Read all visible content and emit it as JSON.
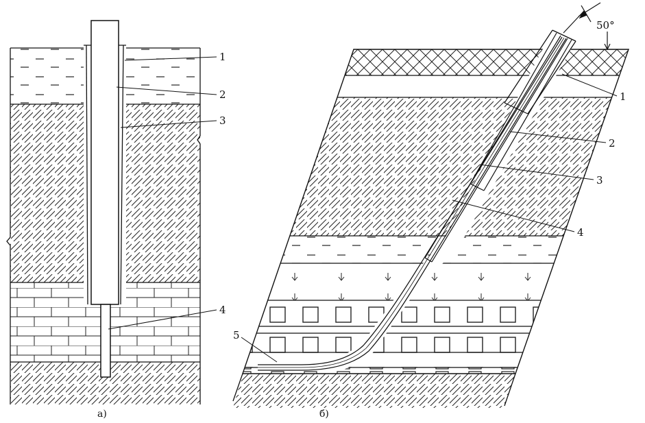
{
  "figure_a": {
    "caption": "а)",
    "callouts": [
      "1",
      "2",
      "3",
      "4"
    ]
  },
  "figure_b": {
    "caption": "б)",
    "angle_label": "50°",
    "callouts": [
      "1",
      "2",
      "3",
      "4",
      "5"
    ]
  }
}
